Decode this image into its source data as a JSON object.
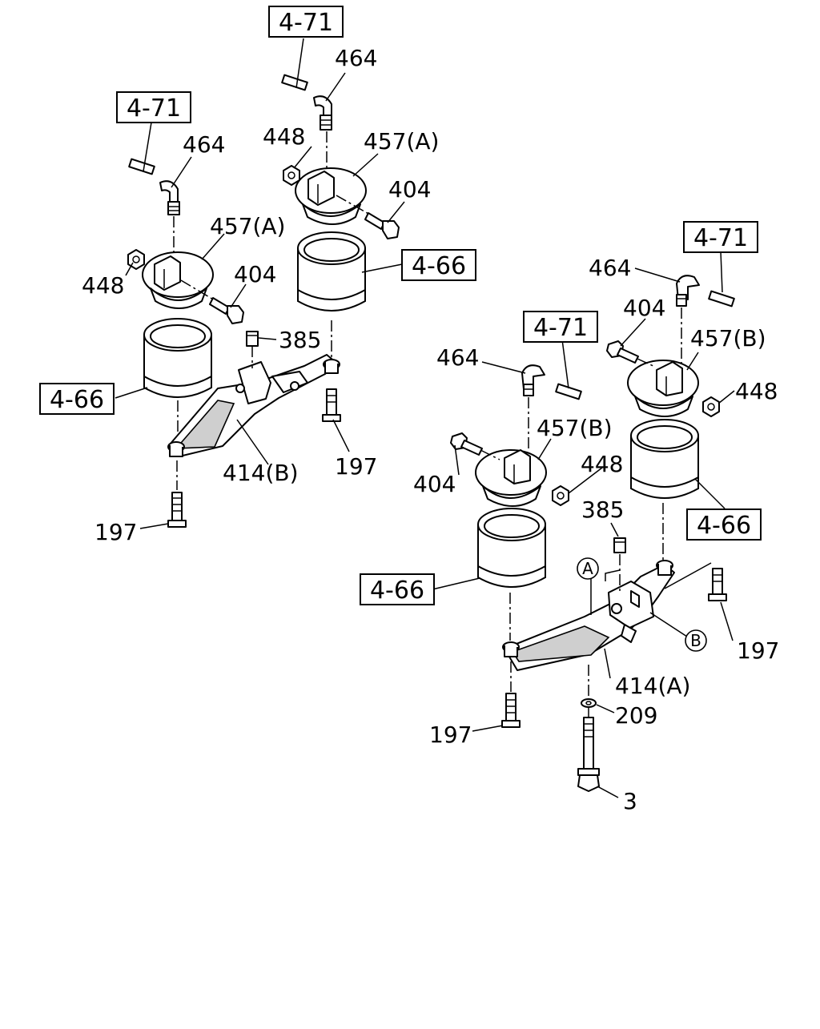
{
  "refs": {
    "r1": "4-71",
    "r2": "4-71",
    "r3": "4-71",
    "r4": "4-71",
    "r5": "4-66",
    "r6": "4-66",
    "r7": "4-66",
    "r8": "4-66"
  },
  "labels": {
    "l464a": "464",
    "l464b": "464",
    "l464c": "464",
    "l464d": "464",
    "l448a": "448",
    "l448b": "448",
    "l448c": "448",
    "l448d": "448",
    "l457a1": "457(A)",
    "l457a2": "457(A)",
    "l457b1": "457(B)",
    "l457b2": "457(B)",
    "l404a": "404",
    "l404b": "404",
    "l404c": "404",
    "l404d": "404",
    "l385a": "385",
    "l385b": "385",
    "l414b": "414(B)",
    "l414a": "414(A)",
    "l197a": "197",
    "l197b": "197",
    "l197c": "197",
    "l197d": "197",
    "l209": "209",
    "l3": "3"
  },
  "circles": {
    "cA": "A",
    "cB": "B"
  }
}
